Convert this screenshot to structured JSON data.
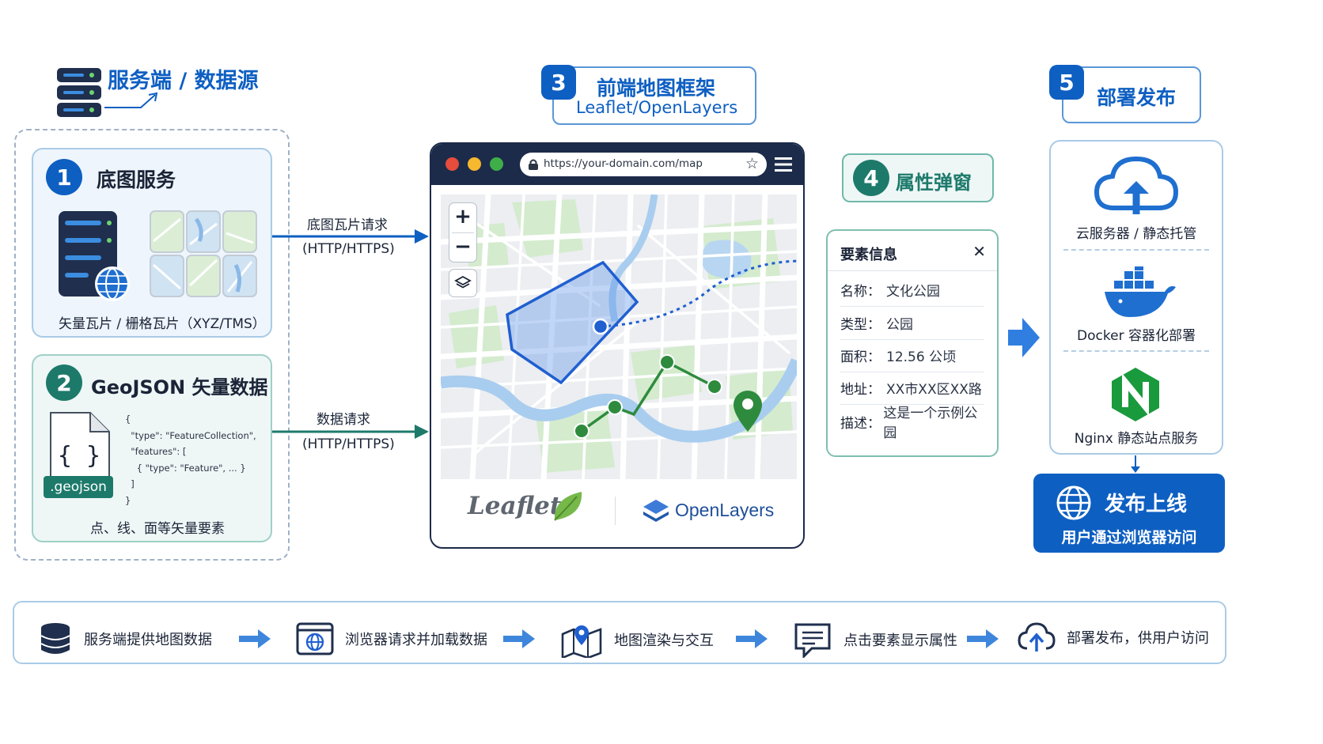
{
  "server_header": {
    "title": "服务端 / 数据源",
    "icon": "server-rack-icon"
  },
  "step1": {
    "number": "1",
    "title": "底图服务",
    "caption": "矢量瓦片 / 栅格瓦片（XYZ/TMS）"
  },
  "step2": {
    "number": "2",
    "title": "GeoJSON 矢量数据",
    "file_badge": ".geojson",
    "code": [
      "{",
      "  \"type\": \"FeatureCollection\",",
      "  \"features\": [",
      "    { \"type\": \"Feature\", ... }",
      "  ]",
      "}"
    ],
    "caption": "点、线、面等矢量要素"
  },
  "arrow_tiles": {
    "line1": "底图瓦片请求",
    "line2": "(HTTP/HTTPS)"
  },
  "arrow_data": {
    "line1": "数据请求",
    "line2": "(HTTP/HTTPS)"
  },
  "step3": {
    "number": "3",
    "title": "前端地图框架",
    "subtitle": "Leaflet/OpenLayers"
  },
  "browser": {
    "url": "https://your-domain.com/map",
    "zoom_in": "+",
    "zoom_out": "−",
    "leaflet_logo": "Leaflet",
    "openlayers_logo": "OpenLayers"
  },
  "step4": {
    "number": "4",
    "title": "属性弹窗"
  },
  "popup": {
    "title": "要素信息",
    "close": "✕",
    "rows": [
      {
        "key": "名称：",
        "value": "文化公园"
      },
      {
        "key": "类型：",
        "value": "公园"
      },
      {
        "key": "面积：",
        "value": "12.56 公顷"
      },
      {
        "key": "地址：",
        "value": "XX市XX区XX路"
      },
      {
        "key": "描述：",
        "value": "这是一个示例公园"
      }
    ]
  },
  "step5": {
    "number": "5",
    "title": "部署发布"
  },
  "deploy": {
    "items": [
      {
        "label": "云服务器 / 静态托管",
        "icon": "cloud-upload-icon"
      },
      {
        "label": "Docker 容器化部署",
        "icon": "docker-whale-icon"
      },
      {
        "label": "Nginx 静态站点服务",
        "icon": "nginx-icon"
      }
    ],
    "launch_title": "发布上线",
    "launch_subtitle": "用户通过浏览器访问"
  },
  "flow": [
    {
      "label": "服务端提供地图数据",
      "icon": "database-icon"
    },
    {
      "label": "浏览器请求并加载数据",
      "icon": "browser-globe-icon"
    },
    {
      "label": "地图渲染与交互",
      "icon": "map-pin-icon"
    },
    {
      "label": "点击要素显示属性",
      "icon": "form-icon"
    },
    {
      "label": "部署发布，供用户访问",
      "icon": "cloud-upload-icon"
    }
  ],
  "colors": {
    "blue": "#0e5fc2",
    "teal": "#1d7a6b",
    "green": "#2e8b3d",
    "navy": "#1c2b4a"
  }
}
